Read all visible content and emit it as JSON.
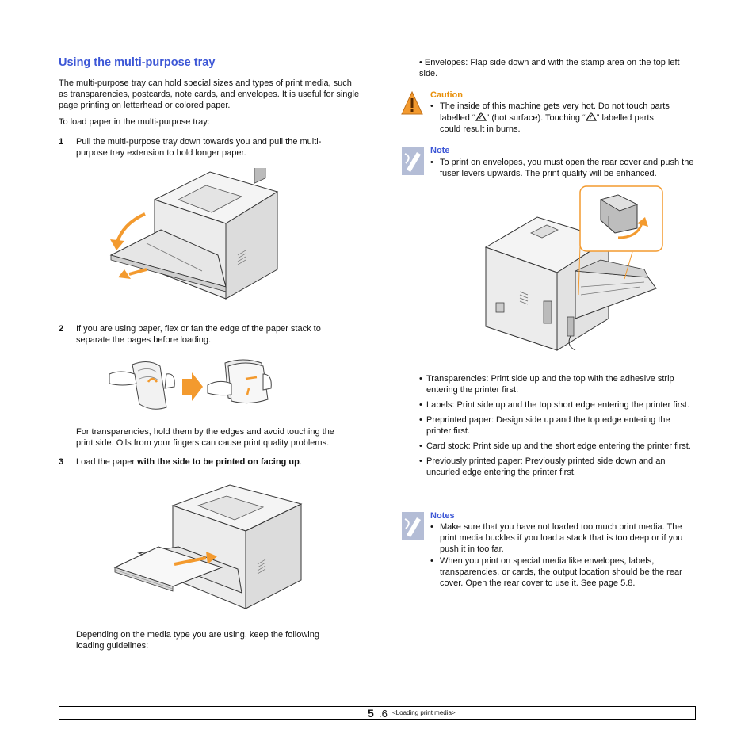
{
  "section": {
    "title": "Using the multi-purpose tray",
    "intro": "The multi-purpose tray can hold special sizes and types of print media, such as transparencies, postcards, note cards, and envelopes. It is useful for single page printing on letterhead or colored paper.",
    "lead": "To load paper in the multi-purpose tray:"
  },
  "steps": [
    {
      "num": "1",
      "text": "Pull the multi-purpose tray down towards you and pull the multi-purpose tray extension to hold longer paper."
    },
    {
      "num": "2",
      "text": "If you are using paper, flex or fan the edge of the paper stack to separate the pages before loading."
    },
    {
      "num": "3",
      "text_before": "Load the paper ",
      "text_bold": "with the side to be printed on facing up",
      "text_after": "."
    }
  ],
  "transparency_tip": "For transparencies, hold them by the edges and avoid touching the print side. Oils from your fingers can cause print quality problems.",
  "media_lead": "Depending on the media type you are using, keep the following loading guidelines:",
  "envelopes_bullet": "Envelopes: Flap side down and with the stamp area on the top left side.",
  "caution": {
    "title": "Caution",
    "line1": "The inside of this machine gets very hot. Do not touch parts",
    "line2a": "labelled “",
    "line2b": "” (hot surface). Touching “",
    "line2c": "”  labelled parts",
    "line3": "could result in burns."
  },
  "note": {
    "title": "Note",
    "text": "To print on envelopes, you must open the rear cover and push the fuser levers upwards. The print quality will be enhanced."
  },
  "media_bullets": [
    "Transparencies: Print side up and the top with the adhesive strip entering the printer first.",
    "Labels: Print side up and the top short edge entering the printer first.",
    "Preprinted paper: Design side up and the top edge entering the printer first.",
    "Card stock: Print side up and the short edge entering the printer first.",
    "Previously printed paper: Previously printed side down and an uncurled edge entering the printer first."
  ],
  "notes": {
    "title": "Notes",
    "items": [
      "Make sure that you have not loaded too much print media. The print media buckles if you load a stack that is too deep or if you push it in too far.",
      "When you print on special media like envelopes, labels, transparencies, or cards, the output location should be the rear cover. Open the rear cover to use it. See page 5.8."
    ]
  },
  "footer": {
    "page_major": "5",
    "page_minor": ".6",
    "chapter": "<Loading print media>"
  },
  "colors": {
    "heading": "#3d57d6",
    "caution": "#e8900a",
    "arrow": "#f39a2e",
    "note_icon": "#9aa6c8"
  },
  "icons": [
    "warning-triangle-icon",
    "note-pencil-icon",
    "hot-surface-icon",
    "printer-illustration",
    "arrow-icon",
    "hand-paper-illustration"
  ]
}
